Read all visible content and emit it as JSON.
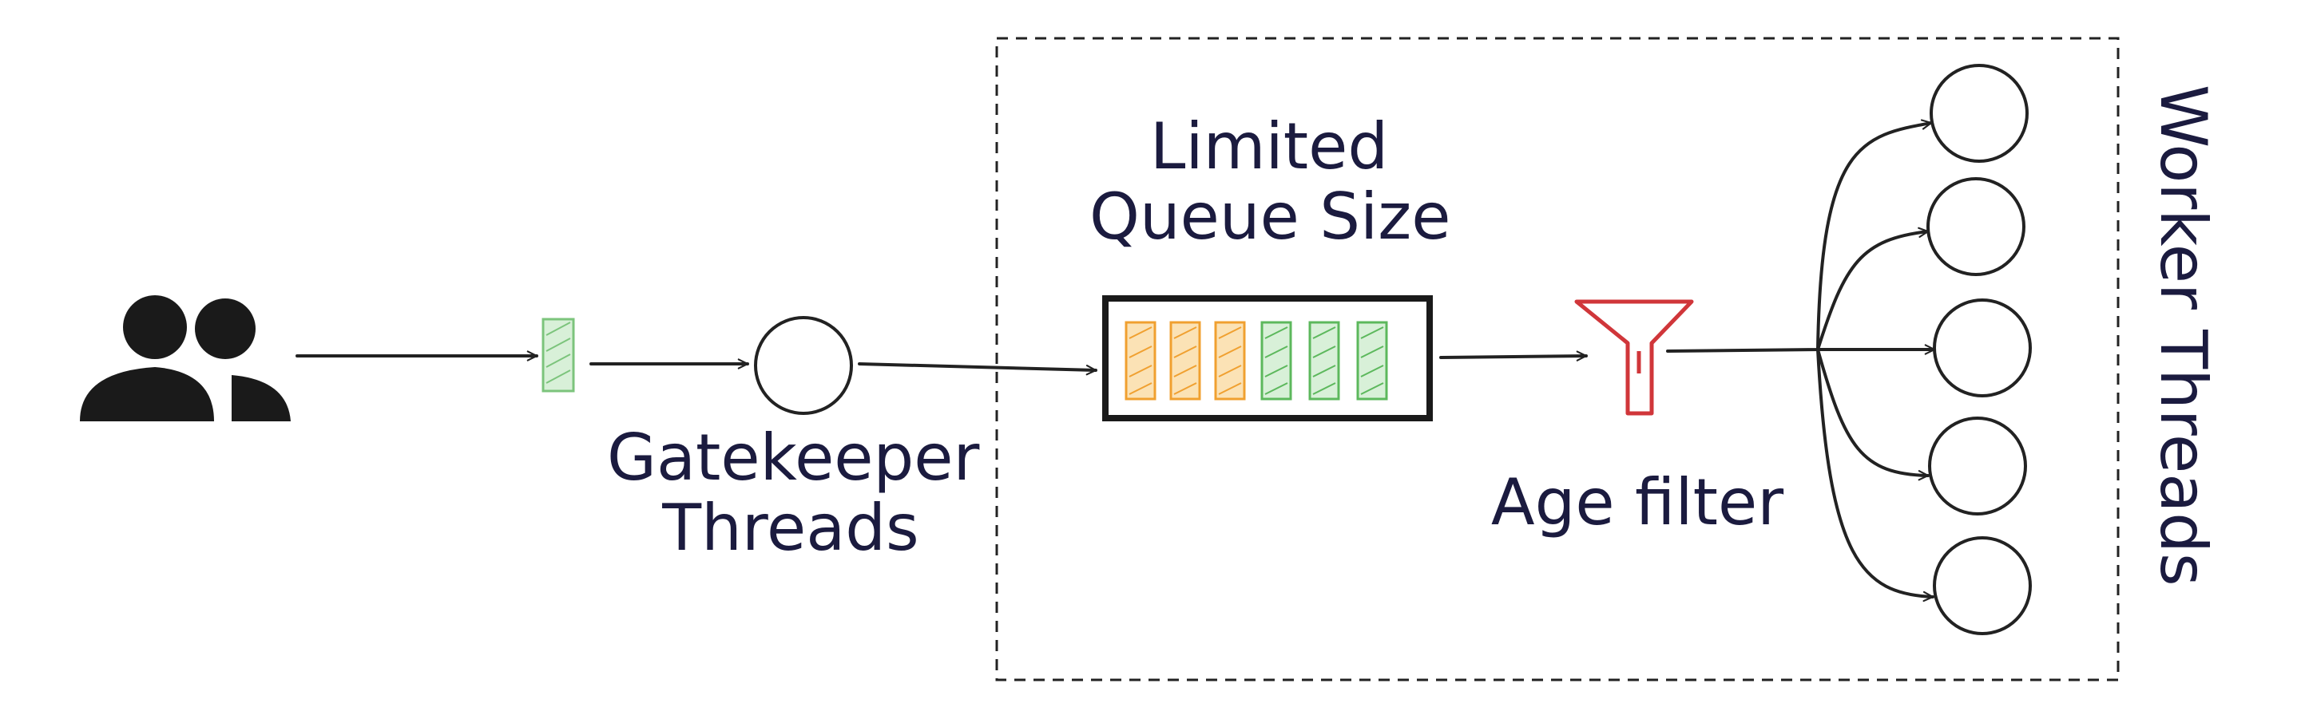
{
  "labels": {
    "limited_queue_line1": "Limited",
    "limited_queue_line2": "Queue Size",
    "gatekeeper_line1": "Gatekeeper",
    "gatekeeper_line2": "Threads",
    "age_filter": "Age filter",
    "worker_threads": "Worker Threads"
  },
  "colors": {
    "ink": "#1b1b3f",
    "stroke": "#222222",
    "queue_orange": "#f0a030",
    "queue_green": "#5cb85c",
    "filter_red": "#d0363a",
    "request_green": "#7cc47c"
  },
  "icons": [
    "users-icon",
    "request-icon",
    "gatekeeper-thread-icon",
    "queue-icon",
    "filter-icon",
    "worker-thread-icon"
  ],
  "queue": {
    "slot_colors": [
      "orange",
      "orange",
      "orange",
      "green",
      "green",
      "green"
    ]
  },
  "worker_count": 5
}
